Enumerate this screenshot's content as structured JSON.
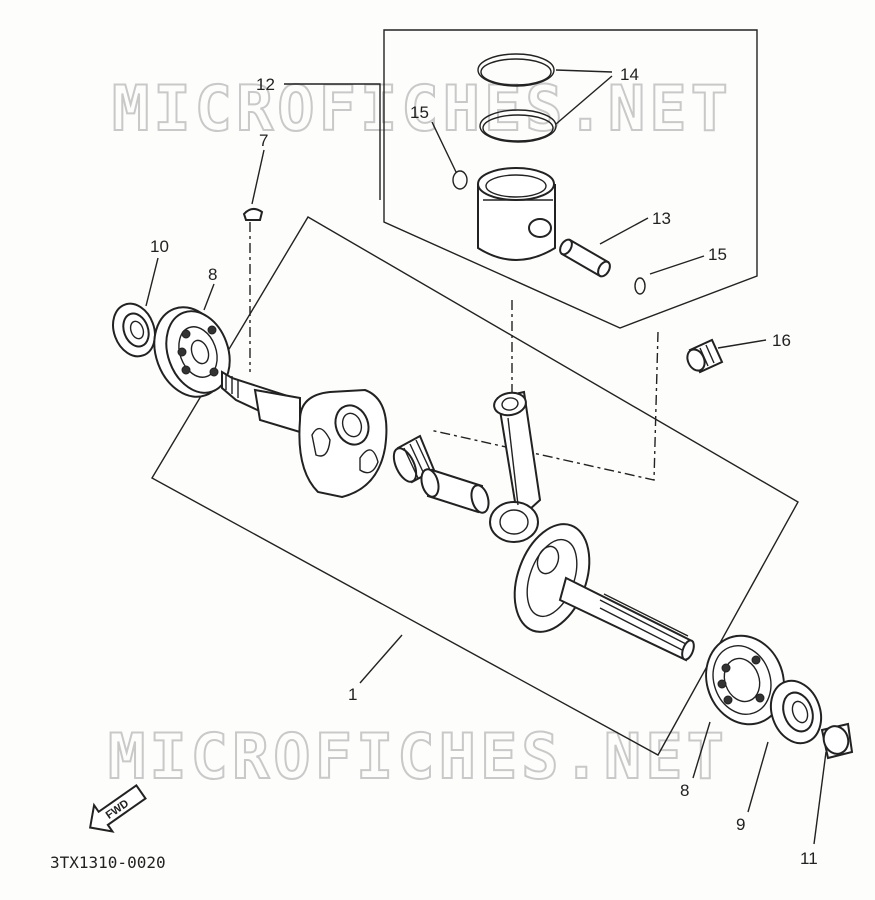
{
  "diagram": {
    "watermark": "MICROFICHES.NET",
    "drawing_code": "3TX1310-0020",
    "fwd_label": "FWD",
    "callouts": {
      "p1": "1",
      "p7": "7",
      "p8a": "8",
      "p8b": "8",
      "p9": "9",
      "p10": "10",
      "p11": "11",
      "p12": "12",
      "p13": "13",
      "p14": "14",
      "p15a": "15",
      "p15b": "15",
      "p16": "16"
    }
  }
}
